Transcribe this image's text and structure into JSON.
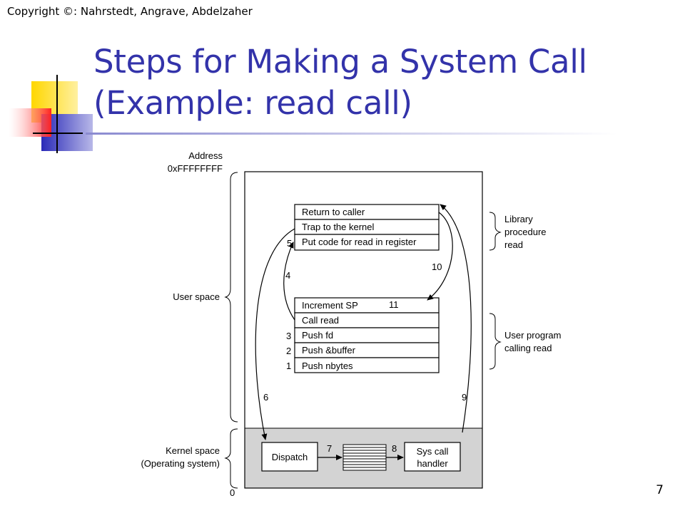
{
  "copyright": "Copyright ©: Nahrstedt, Angrave, Abdelzaher",
  "title": {
    "line1": "Steps for Making a System Call",
    "line2": "(Example: read call)"
  },
  "slide_number": "7",
  "diagram": {
    "address_label": "Address",
    "address_high": "0xFFFFFFFF",
    "address_low": "0",
    "user_space_label": "User space",
    "kernel_space_label_1": "Kernel space",
    "kernel_space_label_2": "(Operating system)",
    "library_label": [
      "Library",
      "procedure",
      "read"
    ],
    "user_program_label": [
      "User program",
      "calling read"
    ],
    "library_rows": [
      "Return to caller",
      "Trap to the kernel",
      "Put code for read in register"
    ],
    "program_rows": [
      "Increment SP",
      "Call read",
      "Push fd",
      "Push &buffer",
      "Push nbytes"
    ],
    "dispatch_label": "Dispatch",
    "handler_label_1": "Sys call",
    "handler_label_2": "handler",
    "step_numbers": [
      "1",
      "2",
      "3",
      "4",
      "5",
      "6",
      "7",
      "8",
      "9",
      "10",
      "11"
    ],
    "colors": {
      "kernel_area": "#d3d3d3",
      "title": "#3333aa",
      "outline": "#000000"
    }
  }
}
